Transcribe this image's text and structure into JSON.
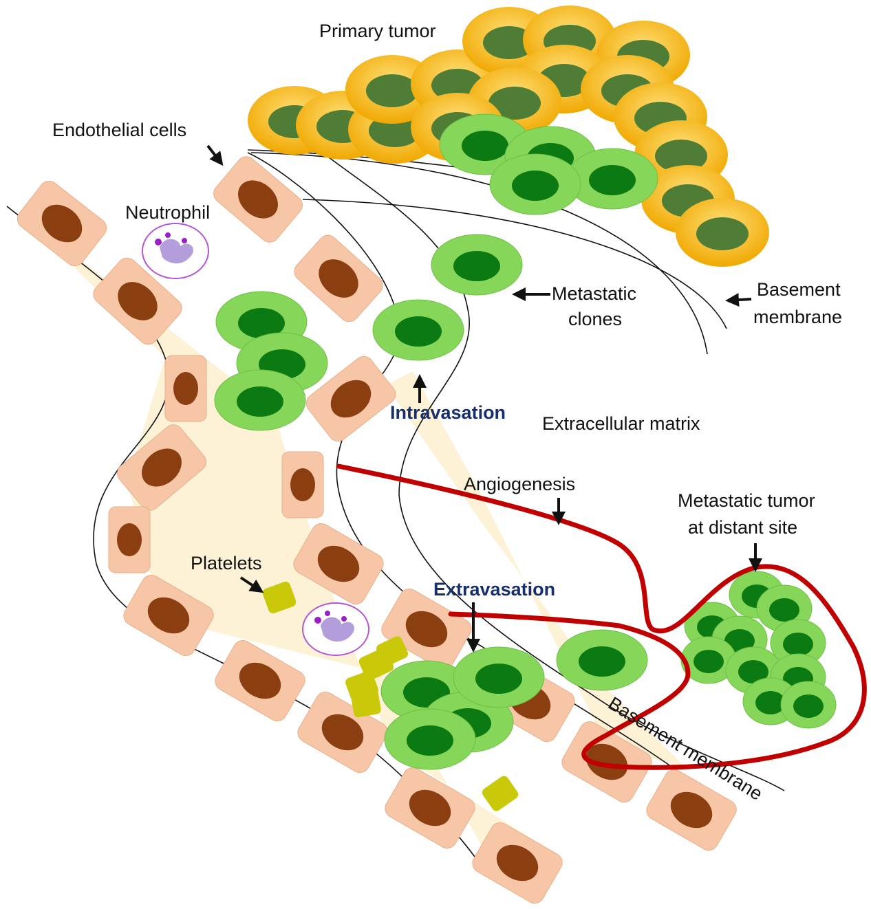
{
  "labels": {
    "primary_tumor": "Primary tumor",
    "endothelial_cells": "Endothelial cells",
    "neutrophil": "Neutrophil",
    "metastatic_clones_1": "Metastatic",
    "metastatic_clones_2": "clones",
    "basement_membrane_1": "Basement",
    "basement_membrane_2": "membrane",
    "intravasation": "Intravasation",
    "extracellular_matrix": "Extracellular matrix",
    "angiogenesis": "Angiogenesis",
    "metastatic_tumor_1": "Metastatic tumor",
    "metastatic_tumor_2": "at distant site",
    "platelets": "Platelets",
    "extravasation": "Extravasation",
    "basement_membrane_lower": "Basement membrane"
  },
  "colors": {
    "tumor_outer": "#f5b800",
    "tumor_nucleus": "#4f7d35",
    "clone_outer": "#86d65a",
    "clone_nucleus": "#0c7a12",
    "endothelial_cell": "#f6c6a6",
    "endothelial_nucleus": "#8b3f10",
    "vessel_lumen": "#fdf0cf",
    "platelet": "#c9c90a",
    "neutrophil_body": "#b39ddb",
    "neutrophil_granule": "#9b1fc8",
    "vessel_red": "#c00000",
    "emphasis_text": "#17306b"
  }
}
